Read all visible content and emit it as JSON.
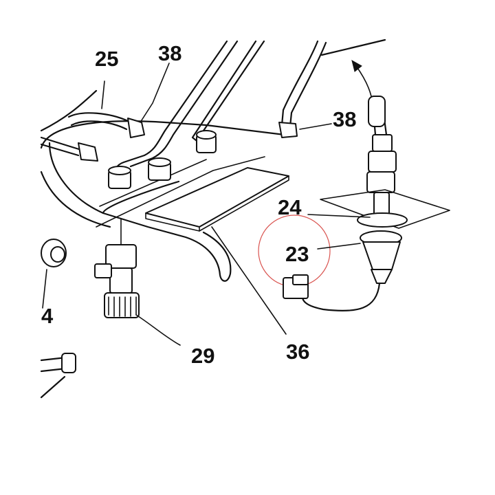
{
  "labels": {
    "l25": "25",
    "l38a": "38",
    "l38b": "38",
    "l24": "24",
    "l23": "23",
    "l4": "4",
    "l29": "29",
    "l36": "36"
  },
  "colors": {
    "line": "#111111",
    "highlight_circle": "#d9534f",
    "background": "#ffffff"
  }
}
